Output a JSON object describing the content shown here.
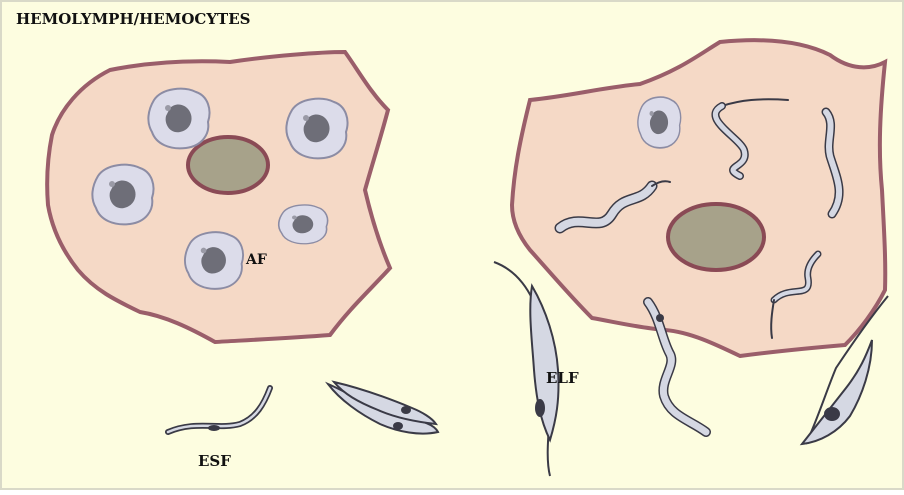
{
  "title": "HEMOLYMPH/HEMOCYTES",
  "labels": {
    "af": "AF",
    "esf": "ESF",
    "elf": "ELF"
  },
  "colors": {
    "background": "#fdfde0",
    "frame": "#d9d9c8",
    "cell_fill": "#f5d9c6",
    "cell_border": "#9a5e6a",
    "nucleus_fill": "#a7a28a",
    "nucleus_border": "#8a4a55",
    "amastigote_fill": "#dcdcea",
    "amastigote_nucleus": "#6e6e78",
    "parasite_fill": "#d5d8e3",
    "parasite_outline": "#3a3a46"
  }
}
